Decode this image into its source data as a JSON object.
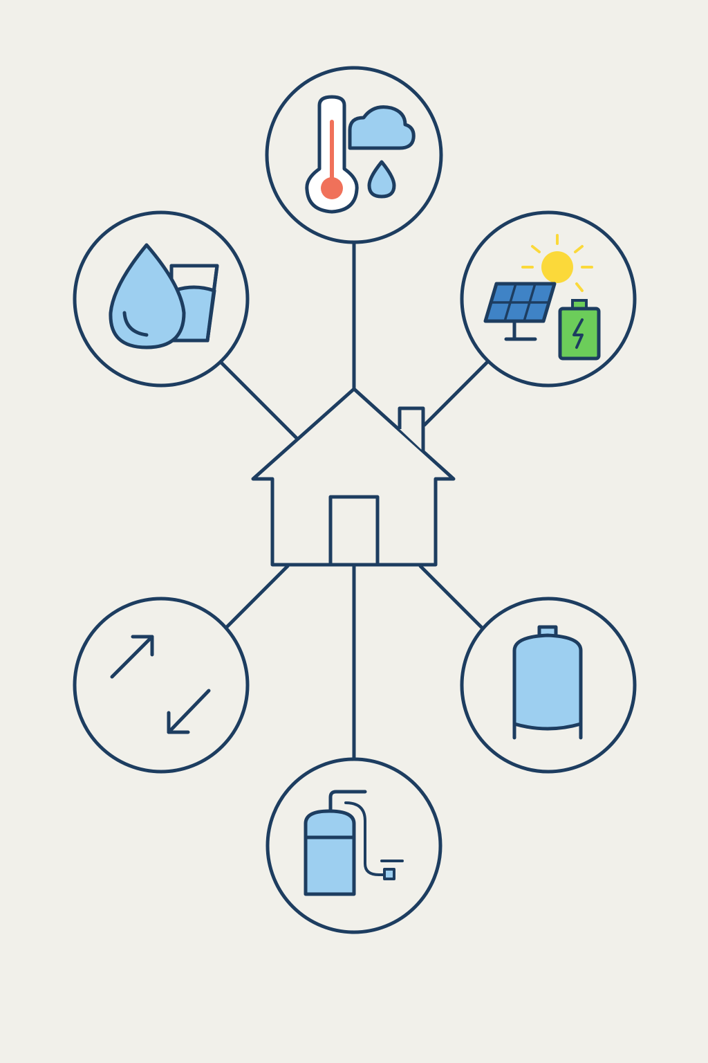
{
  "colors": {
    "background": "#f1f0ea",
    "stroke": "#1d3d60",
    "light_blue": "#9dcff0",
    "panel_blue": "#3f83c6",
    "thermometer_red": "#f0715a",
    "sun_yellow": "#fbd93a",
    "battery_green": "#6ccd5a",
    "white": "#ffffff"
  },
  "hub": {
    "icon": "house-icon"
  },
  "nodes": [
    {
      "id": "climate",
      "icon": "thermometer-cloud-rain-icon"
    },
    {
      "id": "water",
      "icon": "water-drop-glass-icon"
    },
    {
      "id": "solar",
      "icon": "solar-panel-sun-battery-icon"
    },
    {
      "id": "exchange",
      "icon": "bidirectional-arrows-icon"
    },
    {
      "id": "storage",
      "icon": "storage-tank-icon"
    },
    {
      "id": "heater",
      "icon": "water-heater-icon"
    }
  ]
}
